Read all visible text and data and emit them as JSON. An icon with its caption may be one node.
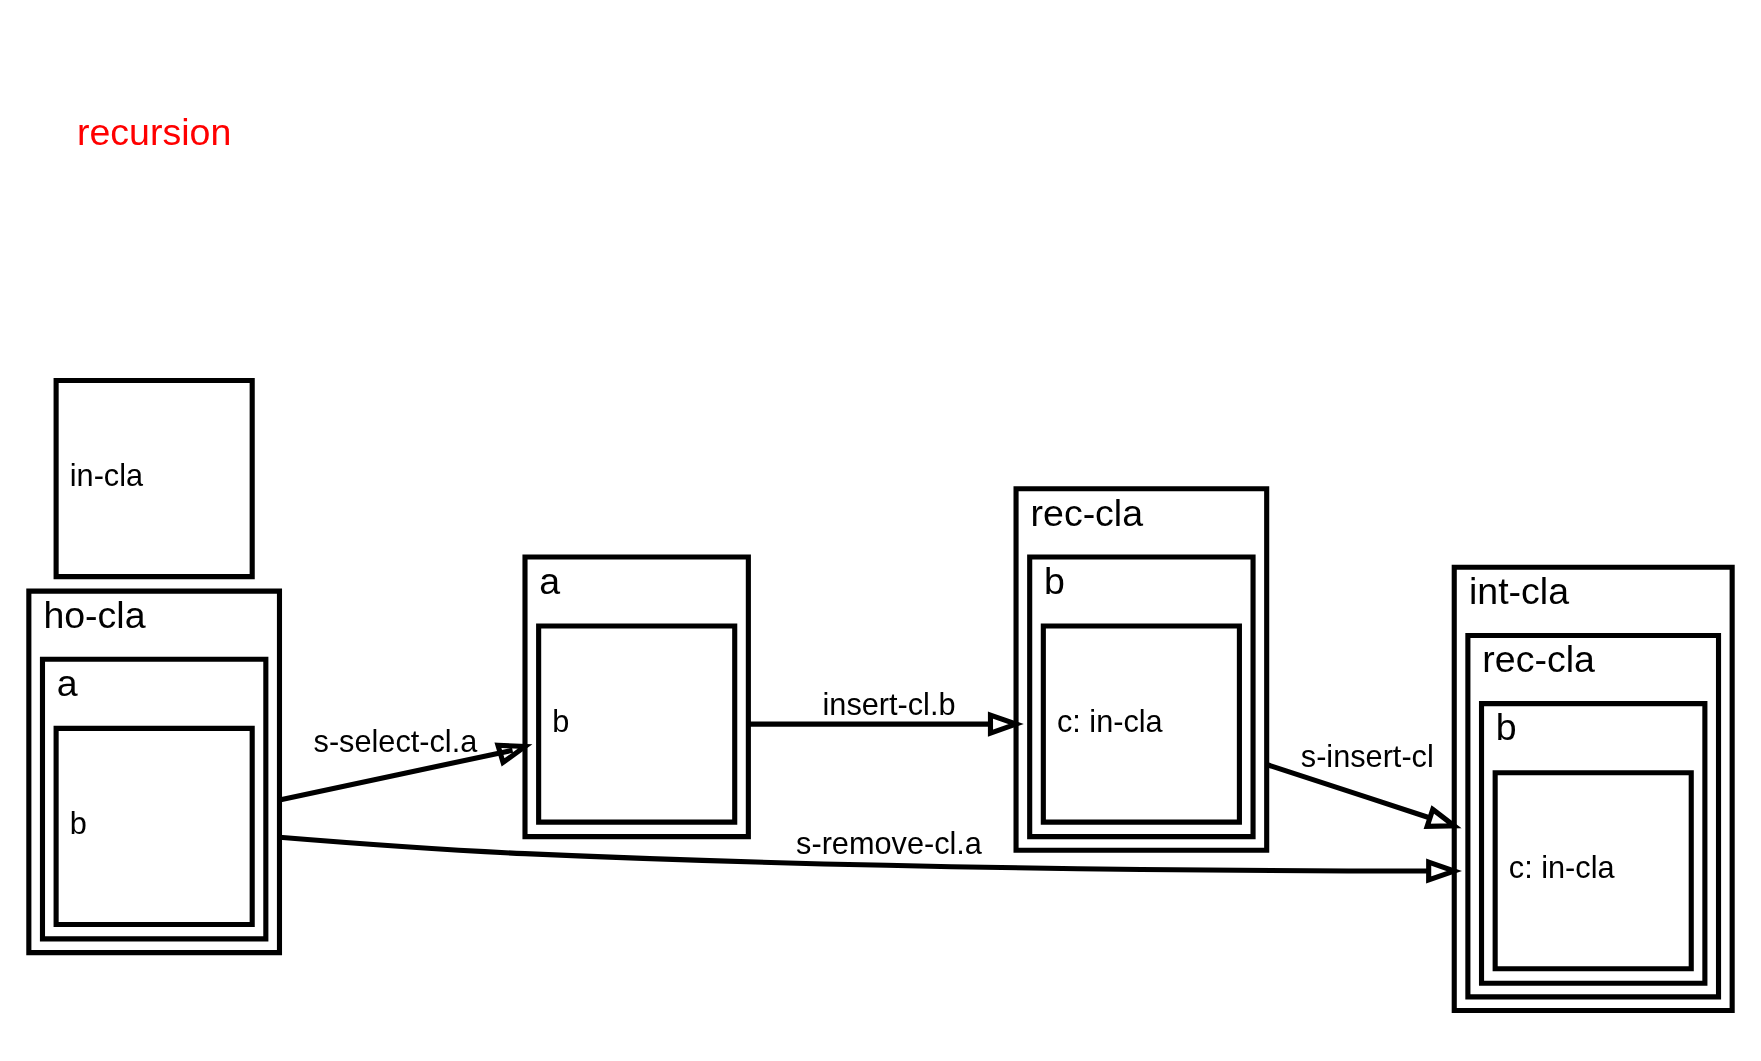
{
  "diagram": {
    "nodes": [
      {
        "text": [
          "ho-cla"
        ]
      },
      {
        "text": [
          "a"
        ],
        "in": 0
      },
      {
        "text": [
          "b"
        ],
        "in": 1
      },
      {
        "text": [
          "a"
        ]
      },
      {
        "text": [
          "b"
        ],
        "in": 3
      },
      {
        "text": [
          "in-cla"
        ]
      },
      {
        "text": [
          "rec-cla"
        ]
      },
      {
        "text": [
          "b"
        ],
        "in": 6
      },
      {
        "text": [
          "c: in-cla"
        ],
        "in": 7
      },
      {
        "text": [
          "int-cla"
        ]
      },
      {
        "text": [
          "rec-cla"
        ],
        "in": 9
      },
      {
        "text": [
          "b"
        ],
        "in": 10
      },
      {
        "text": [
          "c: in-cla"
        ],
        "in": 11
      }
    ],
    "edges": [
      {
        "from": 0,
        "to": 3,
        "arrow": "to",
        "label": "s-select-cl.a"
      },
      {
        "from": 3,
        "to": 6,
        "arrow": "to",
        "label": "insert-cl.b"
      },
      {
        "from": 6,
        "to": 9,
        "arrow": "to",
        "label": "s-insert-cl"
      },
      {
        "from": 0,
        "to": 9,
        "arrow": "to",
        "label": "s-remove-cl.a"
      }
    ],
    "labels": [
      "recursion"
    ]
  }
}
